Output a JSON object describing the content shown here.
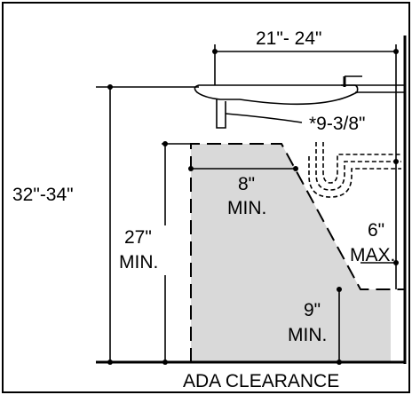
{
  "diagram": {
    "title": "ADA CLEARANCE",
    "labels": {
      "sink_depth": "21\"- 24\"",
      "rim_height": "32\"-34\"",
      "knee_height": "27\"",
      "knee_height_min": "MIN.",
      "knee_depth": "8\"",
      "knee_depth_min": "MIN.",
      "drain_height": "*9-3/8\"",
      "toe_depth": "6\"",
      "toe_depth_max": "MAX.",
      "toe_height": "9\"",
      "toe_height_min": "MIN."
    },
    "colors": {
      "clearance_fill": "#d9d9d9",
      "line": "#000000",
      "background": "#ffffff"
    }
  }
}
